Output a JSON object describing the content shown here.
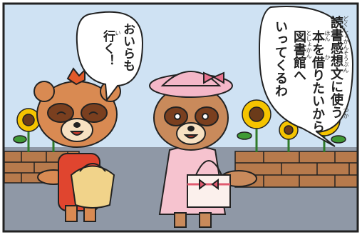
{
  "comic": {
    "panel_border_color": "#222222",
    "sky_color": "#cfe2f3",
    "ground_color": "#8f98a6",
    "wall_color": "#b77a4c",
    "sunflower_color": "#f5c400",
    "left_tanuki": {
      "body_color": "#d98a52",
      "outfit_color": "#e0452f",
      "leaf_color": "#e25a2a",
      "bag_color": "#f1d38a"
    },
    "right_tanuki": {
      "body_color": "#c98a5b",
      "outfit_color": "#f6c3cf",
      "hat_color": "#f4b7c8",
      "bag_color": "#fbf0ec"
    },
    "speech_right": {
      "columns": [
        "読書感想文に使う",
        "本を借りたいから",
        "図書館へ",
        "いってくるわ"
      ],
      "furigana": [
        "どくしょかんそうぶん",
        "つか",
        "ほん",
        "か",
        "としょかん"
      ]
    },
    "speech_left": {
      "columns": [
        "おいらも",
        "行く！"
      ],
      "furigana": [
        "い"
      ]
    }
  }
}
